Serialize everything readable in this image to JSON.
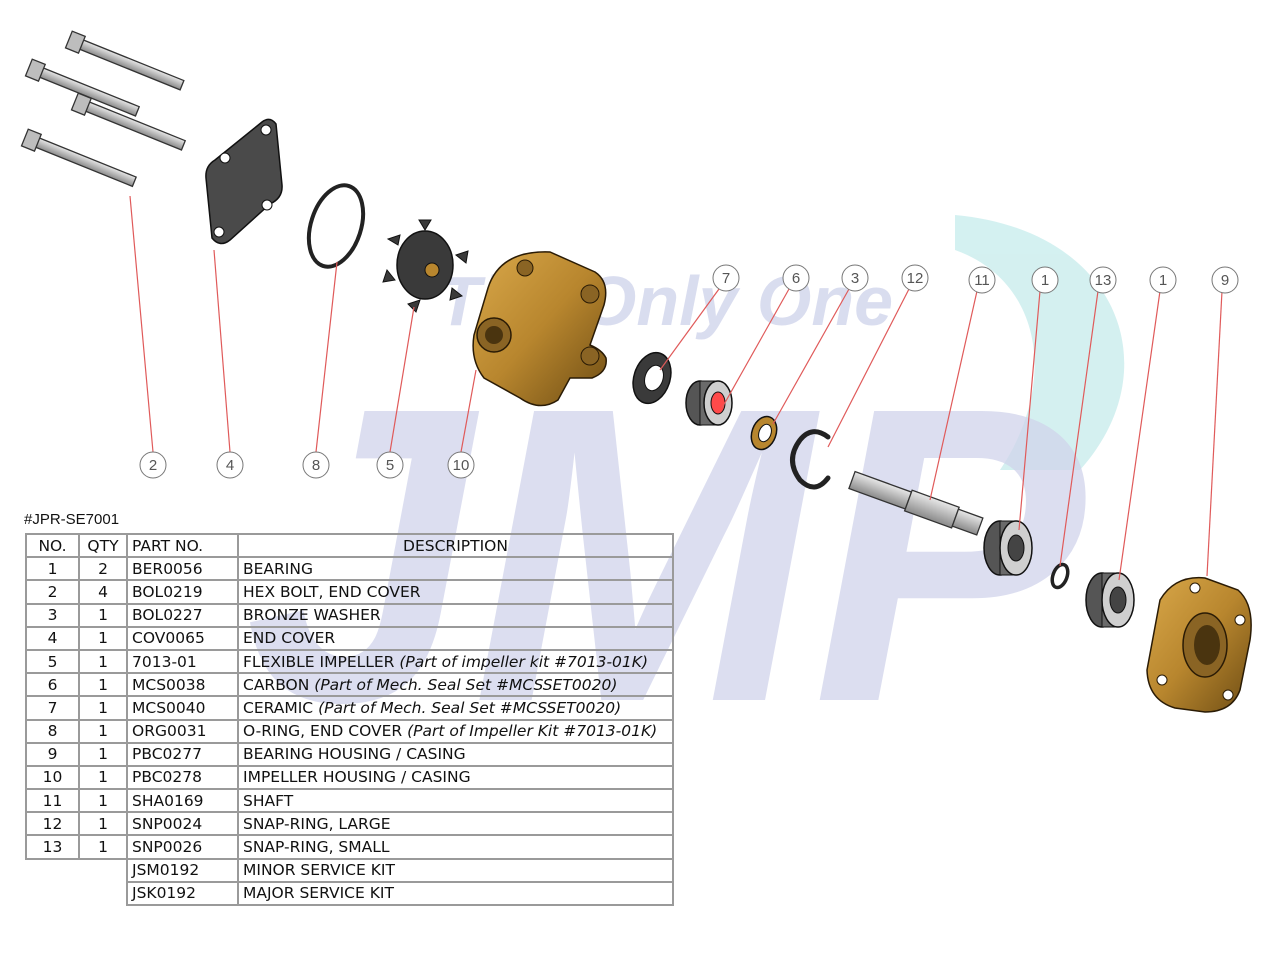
{
  "watermark": {
    "brand": "JMP",
    "tagline": "The Only One"
  },
  "kit_id": "#JPR-SE7001",
  "table": {
    "headers": {
      "no": "NO.",
      "qty": "QTY",
      "part": "PART NO.",
      "desc": "DESCRIPTION"
    },
    "rows": [
      {
        "no": "1",
        "qty": "2",
        "part": "BER0056",
        "desc": "BEARING",
        "note": ""
      },
      {
        "no": "2",
        "qty": "4",
        "part": "BOL0219",
        "desc": "HEX BOLT, END COVER",
        "note": ""
      },
      {
        "no": "3",
        "qty": "1",
        "part": "BOL0227",
        "desc": "BRONZE WASHER",
        "note": ""
      },
      {
        "no": "4",
        "qty": "1",
        "part": "COV0065",
        "desc": "END COVER",
        "note": ""
      },
      {
        "no": "5",
        "qty": "1",
        "part": "7013-01",
        "desc": "FLEXIBLE IMPELLER ",
        "note": "(Part of impeller kit #7013-01K)"
      },
      {
        "no": "6",
        "qty": "1",
        "part": "MCS0038",
        "desc": "CARBON ",
        "note": "(Part of Mech. Seal Set #MCSSET0020)"
      },
      {
        "no": "7",
        "qty": "1",
        "part": "MCS0040",
        "desc": "CERAMIC ",
        "note": "(Part of Mech. Seal Set #MCSSET0020)"
      },
      {
        "no": "8",
        "qty": "1",
        "part": "ORG0031",
        "desc": "O-RING, END COVER ",
        "note": "(Part of Impeller Kit #7013-01K)"
      },
      {
        "no": "9",
        "qty": "1",
        "part": "PBC0277",
        "desc": "BEARING HOUSING / CASING",
        "note": ""
      },
      {
        "no": "10",
        "qty": "1",
        "part": "PBC0278",
        "desc": "IMPELLER HOUSING / CASING",
        "note": ""
      },
      {
        "no": "11",
        "qty": "1",
        "part": "SHA0169",
        "desc": "SHAFT",
        "note": ""
      },
      {
        "no": "12",
        "qty": "1",
        "part": "SNP0024",
        "desc": "SNAP-RING, LARGE",
        "note": ""
      },
      {
        "no": "13",
        "qty": "1",
        "part": "SNP0026",
        "desc": "SNAP-RING, SMALL",
        "note": ""
      }
    ],
    "kits": [
      {
        "part": "JSM0192",
        "desc": "MINOR SERVICE KIT"
      },
      {
        "part": "JSK0192",
        "desc": "MAJOR SERVICE KIT"
      }
    ]
  },
  "callouts": {
    "bottom": [
      "2",
      "4",
      "8",
      "5",
      "10"
    ],
    "top": [
      "7",
      "6",
      "3",
      "12",
      "11",
      "1",
      "13",
      "1",
      "9"
    ]
  },
  "colors": {
    "leader_line": "#e05a5a",
    "bronze": "#b8862e",
    "watermark_blue": "#c9cde8",
    "watermark_teal": "#cdeeee",
    "steel": "#c8c8c8",
    "rubber": "#3a3a3a"
  }
}
